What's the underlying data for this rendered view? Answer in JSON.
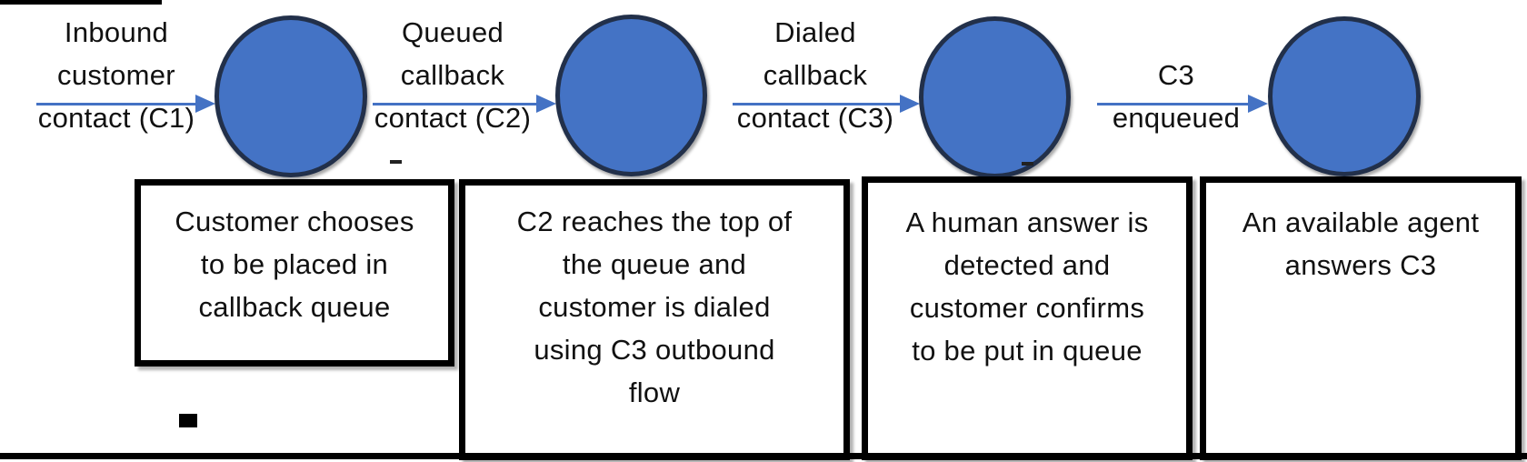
{
  "diagram": {
    "type": "flow",
    "stages": [
      {
        "arrow_label": "Inbound\ncustomer\ncontact (C1)",
        "description": "Customer chooses\nto be placed in\ncallback queue"
      },
      {
        "arrow_label": "Queued\ncallback\ncontact (C2)",
        "description": "C2 reaches the top of\nthe queue and\ncustomer is dialed\nusing C3 outbound\nflow"
      },
      {
        "arrow_label": "Dialed\ncallback\ncontact (C3)",
        "description": "A human answer is\ndetected and\ncustomer confirms\nto be put in queue"
      },
      {
        "arrow_label": "C3\nenqueued",
        "description": "An available agent\nanswers C3"
      }
    ],
    "colors": {
      "node_fill": "#4473C5",
      "node_border": "#22304A",
      "arrow": "#4472C4",
      "box_border": "#000000",
      "box_background": "#FFFFFF",
      "text": "#111111"
    }
  }
}
